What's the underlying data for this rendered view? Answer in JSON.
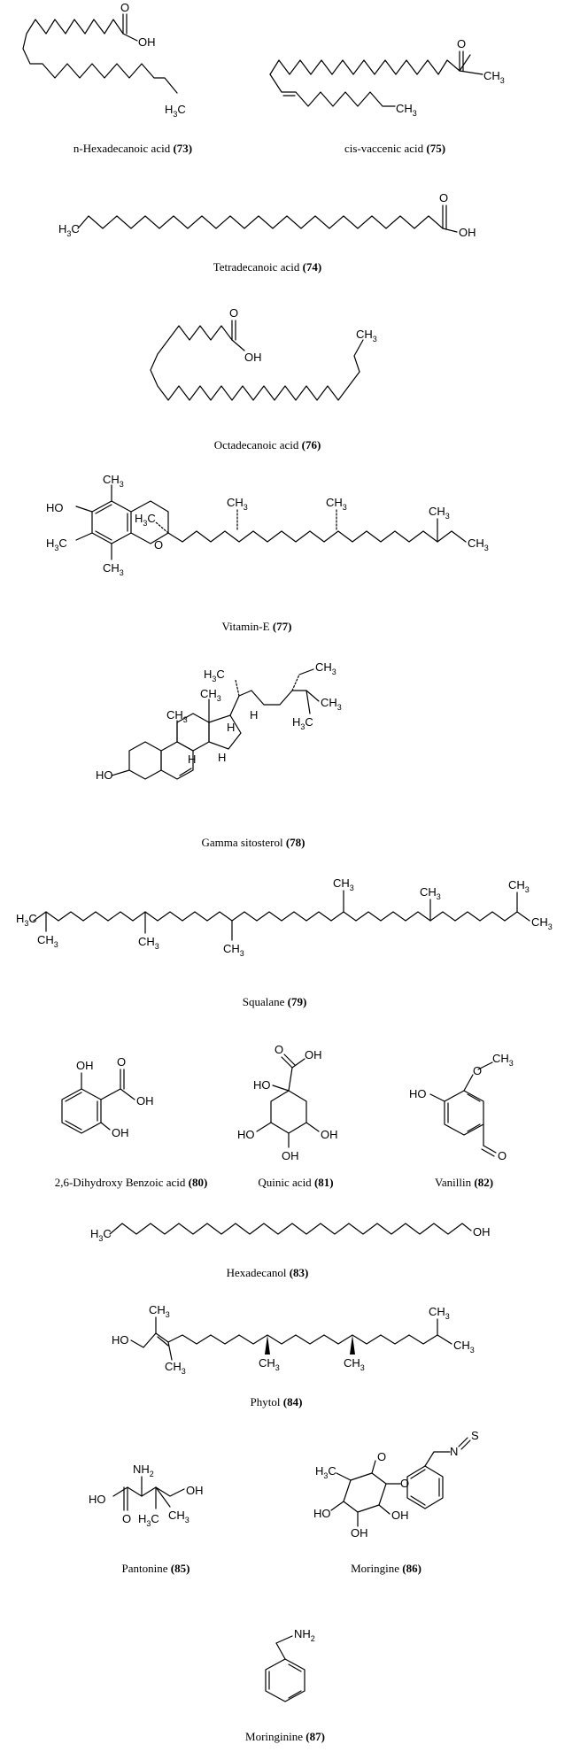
{
  "compounds": [
    {
      "name": "n-Hexadecanoic acid",
      "number": "(73)"
    },
    {
      "name": "cis-vaccenic acid",
      "number": "(75)"
    },
    {
      "name": "Tetradecanoic acid",
      "number": "(74)"
    },
    {
      "name": "Octadecanoic acid",
      "number": "(76)"
    },
    {
      "name": "Vitamin-E",
      "number": "(77)"
    },
    {
      "name": "Gamma sitosterol",
      "number": "(78)"
    },
    {
      "name": "Squalane",
      "number": "(79)"
    },
    {
      "name": "2,6-Dihydroxy Benzoic acid",
      "number": "(80)"
    },
    {
      "name": "Quinic acid",
      "number": "(81)"
    },
    {
      "name": "Vanillin",
      "number": "(82)"
    },
    {
      "name": "Hexadecanol",
      "number": "(83)"
    },
    {
      "name": "Phytol",
      "number": "(84)"
    },
    {
      "name": "Pantonine",
      "number": "(85)"
    },
    {
      "name": "Moringine",
      "number": "(86)"
    },
    {
      "name": "Moringinine",
      "number": "(87)"
    }
  ],
  "atom_labels": {
    "oh": "OH",
    "o": "O",
    "ho": "HO",
    "h": "H",
    "n": "N",
    "s": "S",
    "ch3": "CH",
    "h3c": "H",
    "c": "C",
    "three": "3",
    "nh2": "NH",
    "two": "2"
  }
}
